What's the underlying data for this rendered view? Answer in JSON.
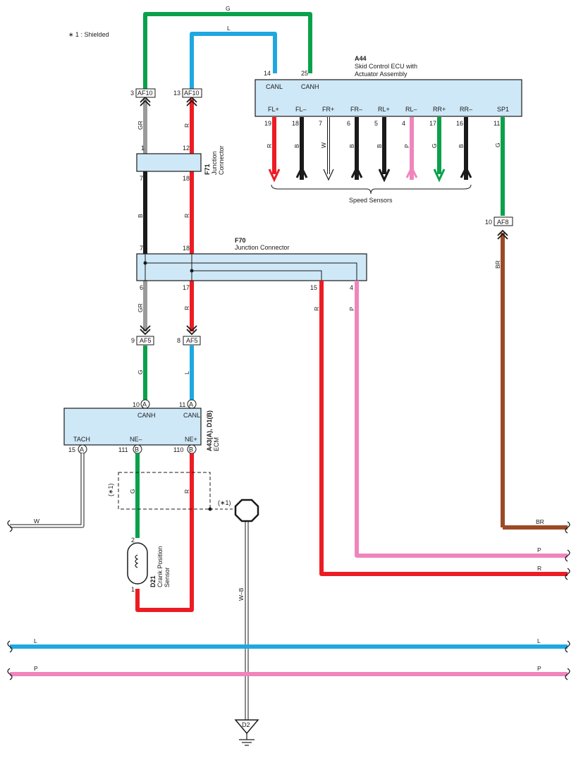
{
  "note": "∗ 1 : Shielded",
  "colors": {
    "G": "#0aa14b",
    "L": "#1fa8e0",
    "GR": "#9a9a9a",
    "R": "#ec1c24",
    "B": "#1a1a1a",
    "W": "#ffffff",
    "P": "#f085bb",
    "BR": "#9c4a26",
    "box_fill": "#cfe8f7"
  },
  "a44": {
    "code": "A44",
    "name_line1": "Skid Control ECU with",
    "name_line2": "Actuator Assembly",
    "canl_pin": "14",
    "canl": "CANL",
    "canh_pin": "25",
    "canh": "CANH",
    "terminals": [
      {
        "label": "FL+",
        "pin": "19",
        "wire": "R"
      },
      {
        "label": "FL–",
        "pin": "18",
        "wire": "B"
      },
      {
        "label": "FR+",
        "pin": "7",
        "wire": "W"
      },
      {
        "label": "FR–",
        "pin": "6",
        "wire": "B"
      },
      {
        "label": "RL+",
        "pin": "5",
        "wire": "B"
      },
      {
        "label": "RL–",
        "pin": "4",
        "wire": "P"
      },
      {
        "label": "RR+",
        "pin": "17",
        "wire": "G"
      },
      {
        "label": "RR–",
        "pin": "16",
        "wire": "B"
      }
    ],
    "sp1": "SP1",
    "sp1_pin": "11",
    "sp1_wire": "G",
    "speed_sensors": "Speed Sensors"
  },
  "top_wires": {
    "g": "G",
    "l": "L"
  },
  "af10": {
    "left_pin": "3",
    "right_pin": "13",
    "label": "AF10"
  },
  "af8": {
    "pin": "10",
    "label": "AF8",
    "wire_below": "BR"
  },
  "af5": {
    "left_pin": "9",
    "right_pin": "8",
    "label": "AF5"
  },
  "f71": {
    "code": "F71",
    "name_line1": "Junction",
    "name_line2": "Connector",
    "pin_tl": "1",
    "pin_tr": "12",
    "pin_bl": "7",
    "pin_br": "18"
  },
  "f70": {
    "code": "F70",
    "name": "Junction Connector",
    "pin_tl": "7",
    "pin_tr": "18",
    "pin_bl": "6",
    "pin_b2": "17",
    "pin_b3": "15",
    "pin_b4": "4"
  },
  "wire_codes": {
    "left_af10_f71": "GR",
    "right_af10_f71": "R",
    "left_f71_f70": "B",
    "right_f71_f70": "R",
    "left_f70_af5": "GR",
    "right_f70_af5": "R",
    "left_af5_ecm": "G",
    "right_af5_ecm": "L",
    "f70_15": "R",
    "f70_4": "P",
    "ne_minus": "G",
    "ne_plus": "R",
    "ground": "W–B"
  },
  "ecm": {
    "code": "A43(A), D1(B)",
    "name": "ECM",
    "canh": "CANH",
    "canh_pin": "10",
    "canh_conn": "A",
    "canl": "CANL",
    "canl_pin": "11",
    "canl_conn": "A",
    "tach": "TACH",
    "tach_pin": "15",
    "tach_conn": "A",
    "ne_minus": "NE–",
    "ne_minus_pin": "111",
    "ne_minus_conn": "B",
    "ne_plus": "NE+",
    "ne_plus_pin": "110",
    "ne_plus_conn": "B"
  },
  "shield": {
    "left": "(∗1)",
    "right": "(∗1)"
  },
  "d21": {
    "code": "D21",
    "name_line1": "Crank Position",
    "name_line2": "Sensor",
    "pin_top": "2",
    "pin_bottom": "1"
  },
  "d2": {
    "label": "D2"
  },
  "edge_wires": {
    "w": "W",
    "br": "BR",
    "p": "P",
    "r": "R",
    "l_left": "L",
    "l_right": "L",
    "p_left": "P",
    "p_right": "P"
  }
}
